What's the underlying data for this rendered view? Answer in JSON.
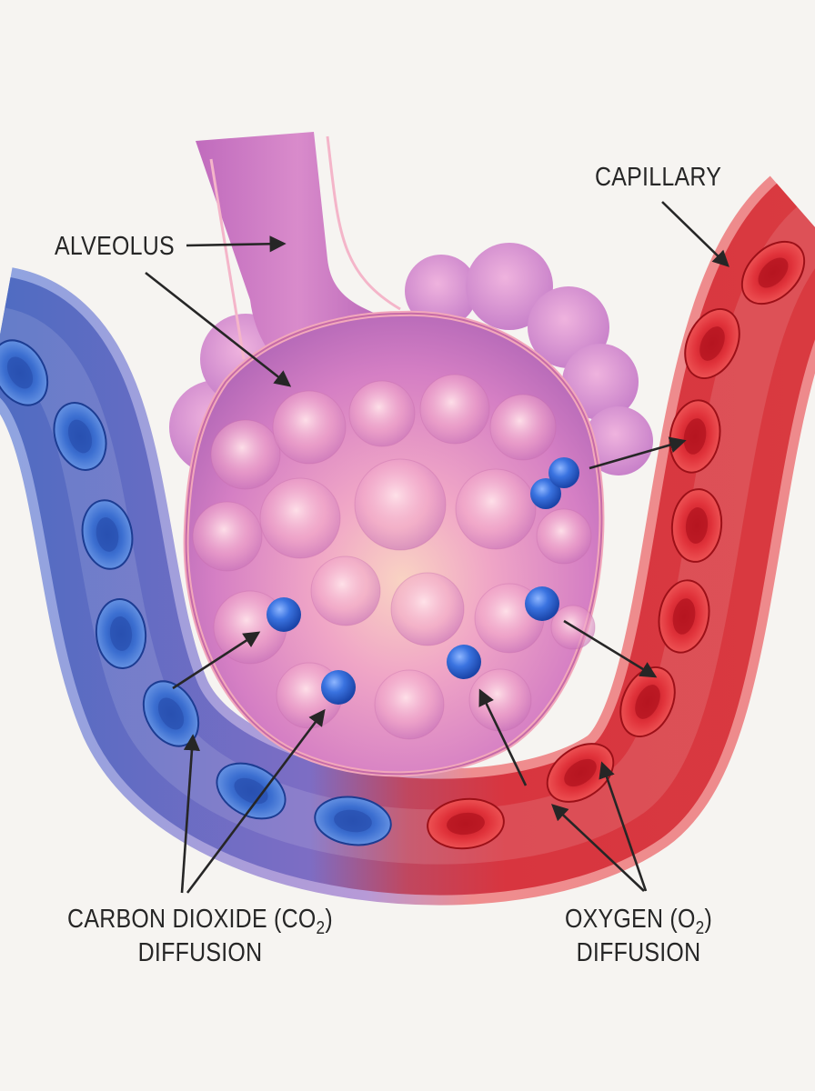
{
  "labels": {
    "alveolus": "ALVEOLUS",
    "capillary": "CAPILLARY",
    "co2_line1": "CARBON DIOXIDE (CO",
    "co2_sub": "2",
    "co2_close": ")",
    "co2_line2": "DIFFUSION",
    "o2_line1": "OXYGEN (O",
    "o2_sub": "2",
    "o2_close": ")",
    "o2_line2": "DIFFUSION"
  },
  "colors": {
    "background": "#f6f4f1",
    "alveolus": "#d879c0",
    "deoxygenated_vessel": "#5a73c4",
    "oxygenated_vessel": "#d8353f",
    "molecule": "#2f67d6",
    "arrow": "#262626"
  }
}
